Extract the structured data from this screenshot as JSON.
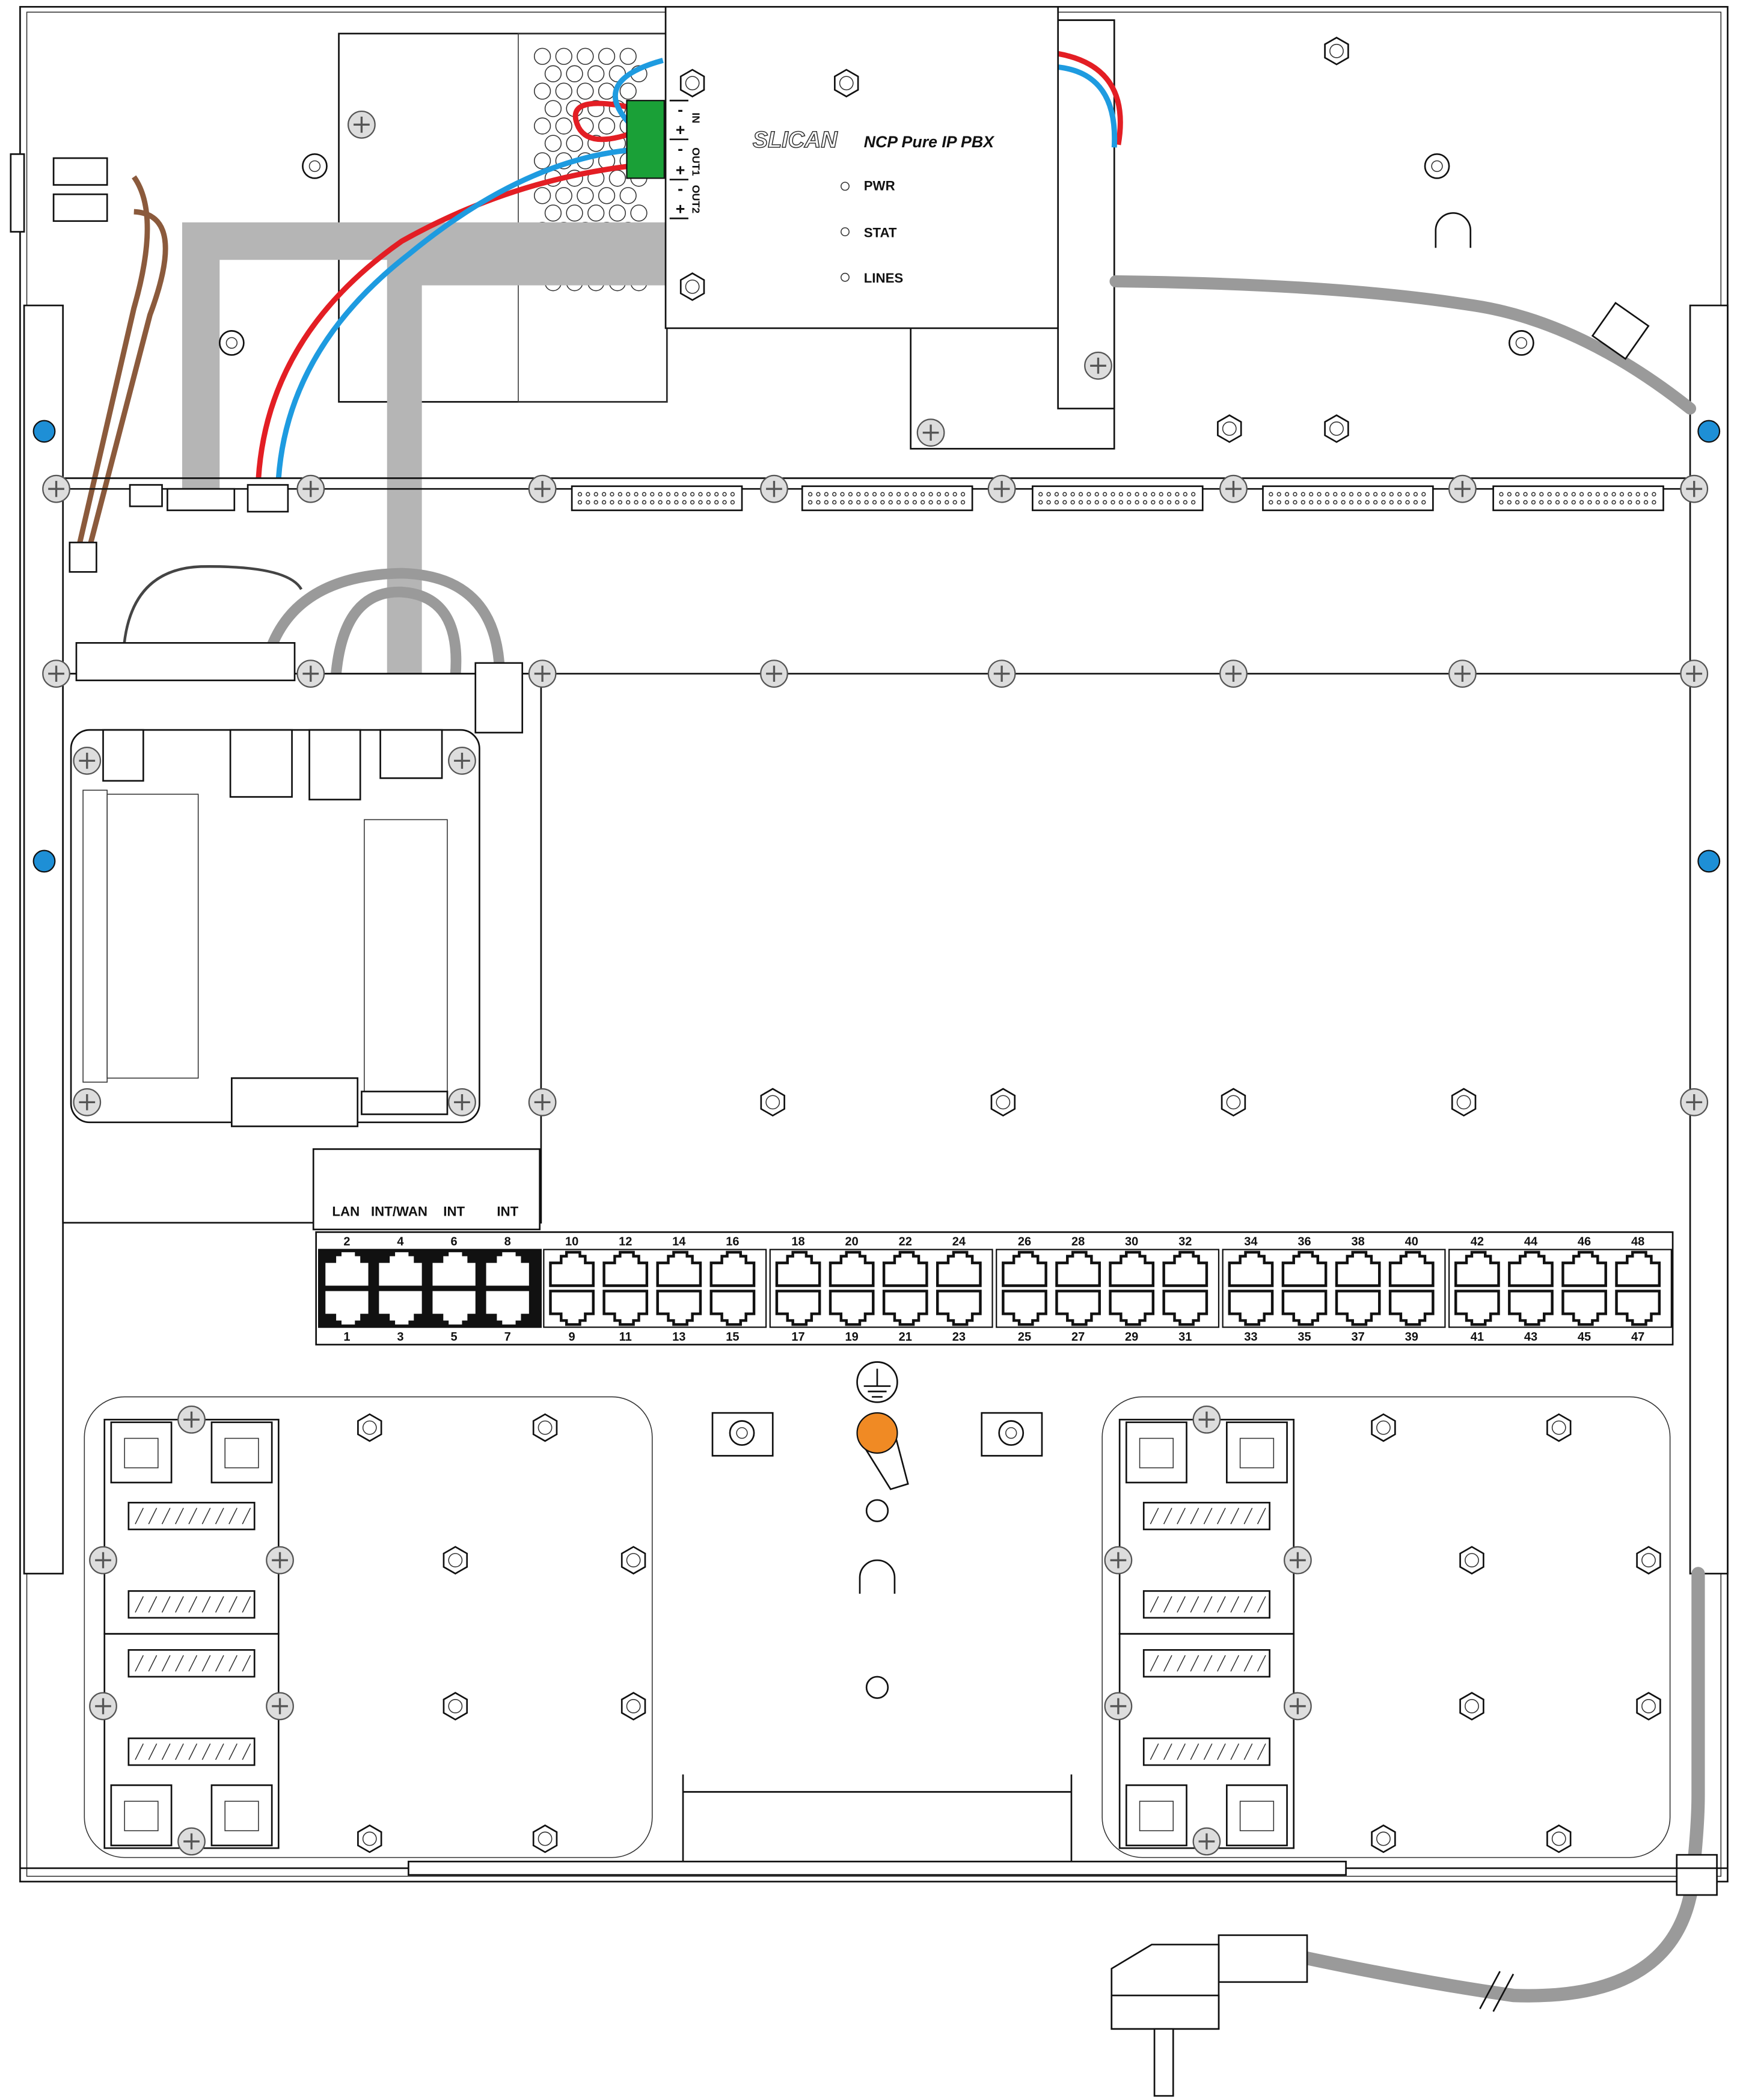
{
  "module": {
    "brand": "SLICAN",
    "model": "NCP Pure IP PBX",
    "leds": [
      "PWR",
      "STAT",
      "LINES"
    ],
    "terminals": {
      "groups": [
        "IN",
        "OUT1",
        "OUT2"
      ],
      "minus": "-",
      "plus": "+"
    }
  },
  "port_panel": {
    "group_labels": [
      "LAN",
      "INT/WAN",
      "INT",
      "INT"
    ],
    "top_numbers": [
      "2",
      "4",
      "6",
      "8",
      "10",
      "12",
      "14",
      "16",
      "18",
      "20",
      "22",
      "24",
      "26",
      "28",
      "30",
      "32",
      "34",
      "36",
      "38",
      "40",
      "42",
      "44",
      "46",
      "48"
    ],
    "bottom_numbers": [
      "1",
      "3",
      "5",
      "7",
      "9",
      "11",
      "13",
      "15",
      "17",
      "19",
      "21",
      "23",
      "25",
      "27",
      "29",
      "31",
      "33",
      "35",
      "37",
      "39",
      "41",
      "43",
      "45",
      "47"
    ]
  },
  "colors": {
    "red_wire": "#e31e24",
    "blue_wire": "#1e9be0",
    "brown_wire": "#8b5a3c",
    "green_terminal": "#1aa037",
    "orange_ground": "#f08a24",
    "cable_gray": "#9a9a9a",
    "blue_screw": "#1e8fd6"
  },
  "icons": [
    "ground-symbol-icon",
    "power-plug-icon",
    "screw-icon",
    "rj45-port-icon",
    "led-indicator-icon"
  ]
}
